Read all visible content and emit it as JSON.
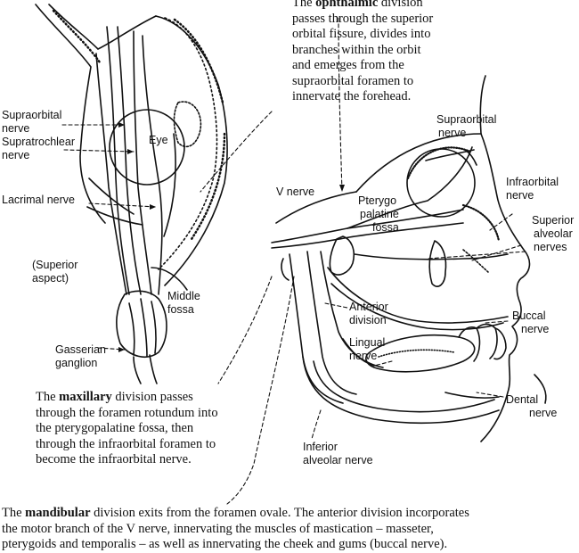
{
  "labels": {
    "supraorbital_nerve_left_1": "Supraorbital",
    "supraorbital_nerve_left_2": "nerve",
    "supratrochlear_1": "Supratrochlear",
    "supratrochlear_2": "nerve",
    "eye": "Eye",
    "lacrimal": "Lacrimal nerve",
    "superior_aspect_1": "(Superior",
    "superior_aspect_2": "aspect)",
    "middle_fossa_1": "Middle",
    "middle_fossa_2": "fossa",
    "gasserian_1": "Gasserian",
    "gasserian_2": "ganglion",
    "supraorbital_right_1": "Supraorbital",
    "supraorbital_right_2": "nerve",
    "infraorbital_1": "Infraorbital",
    "infraorbital_2": "nerve",
    "v_nerve": "V nerve",
    "pterygo_1": "Pterygo",
    "pterygo_2": "palatine",
    "pterygo_3": "fossa",
    "superior_alveolar_1": "Superior",
    "superior_alveolar_2": "alveolar",
    "superior_alveolar_3": "nerves",
    "anterior_division_1": "Anterior",
    "anterior_division_2": "division",
    "buccal_1": "Buccal",
    "buccal_2": "nerve",
    "lingual_1": "Lingual",
    "lingual_2": "nerve",
    "dental_1": "Dental",
    "dental_2": "nerve",
    "inferior_alveolar_1": "Inferior",
    "inferior_alveolar_2": "alveolar nerve"
  },
  "captions": {
    "ophthalmic": {
      "lead": "The ",
      "bold": "ophthalmic",
      "rest_1": " division",
      "line_2": "passes through the superior",
      "line_3": "orbital fissure, divides into",
      "line_4": "branches within the orbit",
      "line_5": "and emerges from the",
      "line_6": "supraorbital foramen to",
      "line_7": "innervate the forehead."
    },
    "maxillary": {
      "lead": "The ",
      "bold": "maxillary",
      "rest_1": " division passes",
      "line_2": "through the foramen rotundum into",
      "line_3": "the pterygopalatine fossa, then",
      "line_4": "through the infraorbital foramen to",
      "line_5": "become the infraorbital nerve."
    },
    "mandibular": {
      "lead": "The ",
      "bold": "mandibular",
      "rest_1": " division exits from the foramen ovale. The anterior division incorporates",
      "line_2": "the motor branch of the V nerve, innervating the muscles of mastication – masseter,",
      "line_3": "pterygoids and temporalis – as well as innervating the cheek and gums (buccal nerve)."
    }
  }
}
